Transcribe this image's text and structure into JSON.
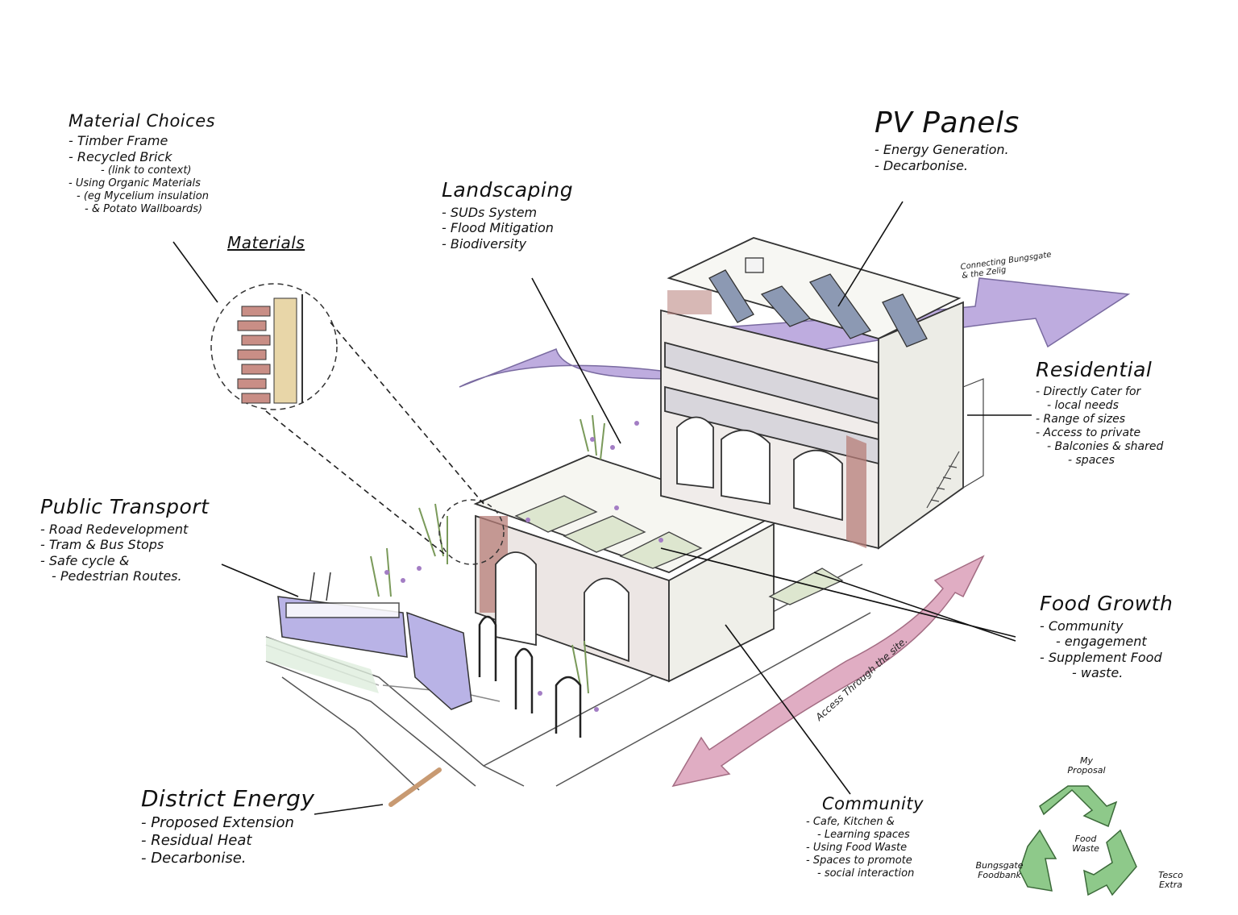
{
  "notes": {
    "material_choices": {
      "title": "Material Choices",
      "items": [
        "Timber Frame",
        "Recycled Brick",
        "(link to context)",
        "Using Organic Materials",
        "(eg Mycelium insulation",
        "& Potato Wallboards)"
      ]
    },
    "materials_label": "Materials",
    "landscaping": {
      "title": "Landscaping",
      "items": [
        "SUDs System",
        "Flood Mitigation",
        "Biodiversity"
      ]
    },
    "pv_panels": {
      "title": "PV Panels",
      "items": [
        "Energy Generation.",
        "Decarbonise."
      ]
    },
    "connecting_label": "Connecting Bungsgate & the Zelig",
    "residential": {
      "title": "Residential",
      "items": [
        "Directly Cater for",
        "local needs",
        "Range of sizes",
        "Access to private",
        "Balconies & shared",
        "spaces"
      ]
    },
    "public_transport": {
      "title": "Public Transport",
      "items": [
        "Road Redevelopment",
        "Tram & Bus Stops",
        "Safe cycle &",
        "Pedestrian Routes."
      ]
    },
    "food_growth": {
      "title": "Food Growth",
      "items": [
        "Community",
        "engagement",
        "Supplement Food",
        "waste."
      ]
    },
    "access_label": "Access Through the site.",
    "district_energy": {
      "title": "District Energy",
      "items": [
        "Proposed Extension",
        "Residual Heat",
        "Decarbonise."
      ]
    },
    "community": {
      "title": "Community",
      "items": [
        "Cafe, Kitchen &",
        "Learning spaces",
        "Using Food Waste",
        "Spaces to promote",
        "social interaction"
      ]
    }
  },
  "cycle": {
    "top": "My Proposal",
    "center": "Food Waste",
    "left": "Bungsgate Foodbank",
    "right": "Tesco Extra",
    "color": "#8ec98a"
  },
  "colors": {
    "arrow_purple": "#b7a4dc",
    "arrow_pink": "#dda5bd",
    "brick": "#b77d78",
    "tram": "#b9b3e6",
    "pv": "#8c99b3",
    "plants": "#7a9a5a"
  }
}
